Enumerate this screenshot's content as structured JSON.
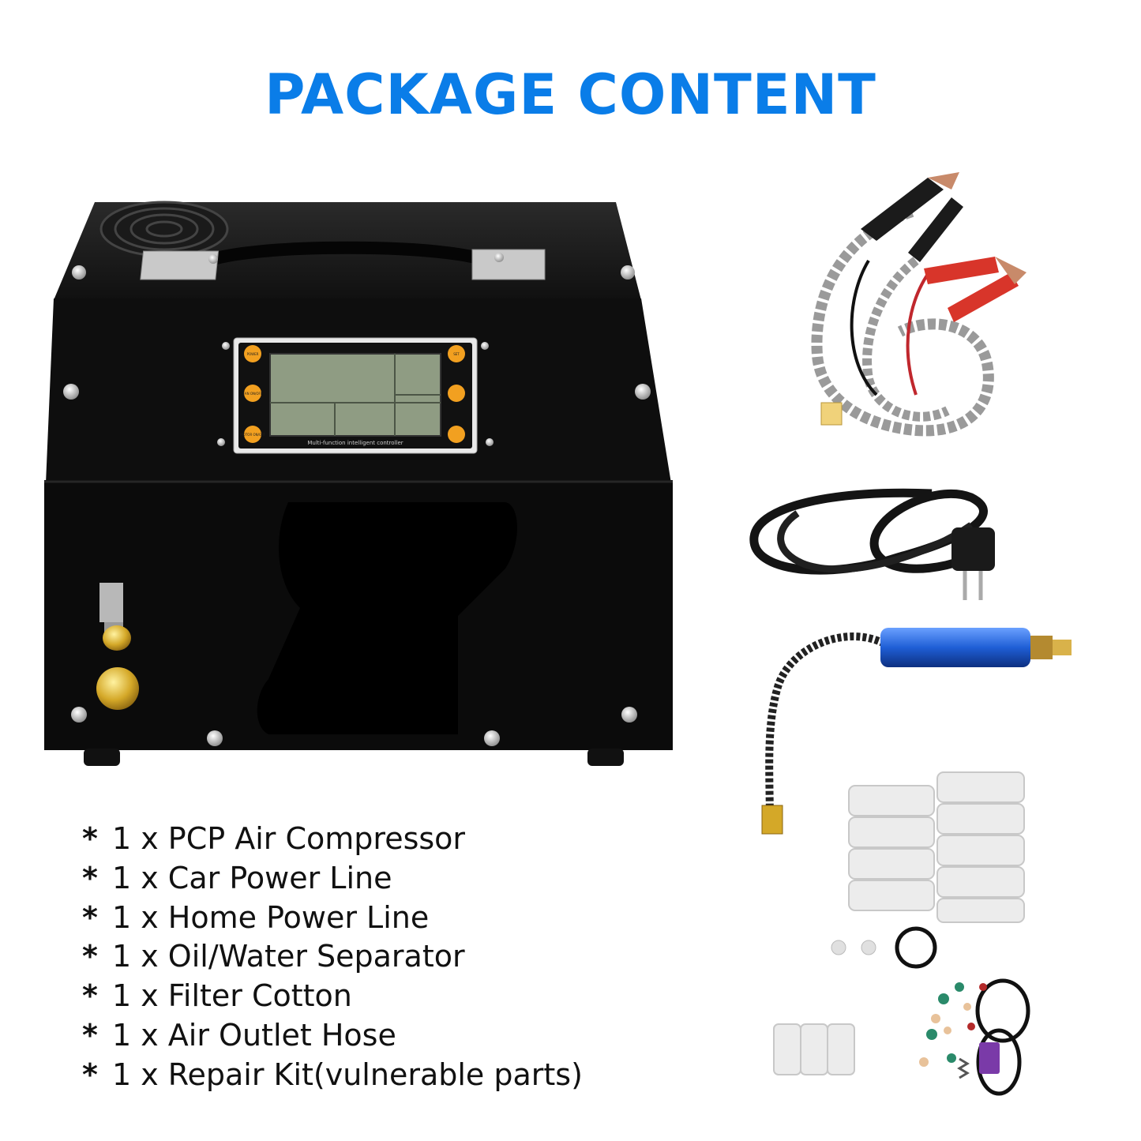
{
  "title": "PACKAGE CONTENT",
  "controller_label": "Multi-function intelligent controller",
  "buttons": {
    "power": "POWER",
    "fan": "FAN ON/OFF",
    "motor": "MOTOR ON/OFF",
    "set": "SET"
  },
  "items": [
    "1 x PCP Air Compressor",
    "1 x Car Power Line",
    "1 x Home Power Line",
    "1 x Oil/Water Separator",
    "1 x Filter Cotton",
    "1 x Air Outlet Hose",
    "1 x Repair Kit(vulnerable parts)"
  ],
  "bullet": "*",
  "colors": {
    "title": "#0a7de8",
    "compressor_body": "#0c0c0c",
    "button_orange": "#f2a020",
    "lcd_green": "#8f9c83",
    "separator_blue": "#1f5fd6",
    "clamp_red": "#d8352a",
    "filter_white": "#ececec"
  }
}
